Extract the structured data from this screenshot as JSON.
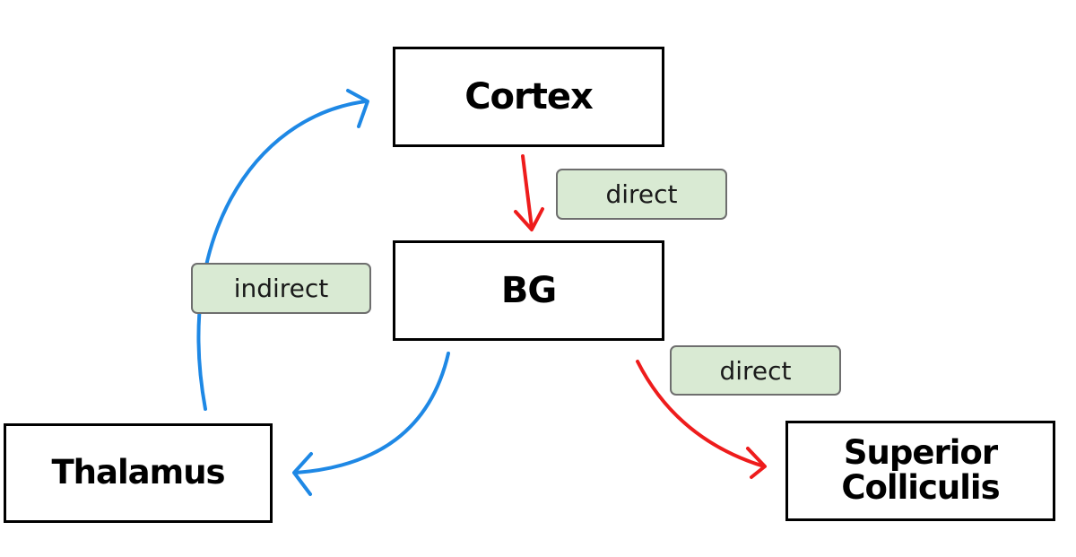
{
  "nodes": {
    "cortex": "Cortex",
    "bg": "BG",
    "thalamus": "Thalamus",
    "superior_colliculis": "Superior\nColliculis"
  },
  "edge_labels": {
    "cortex_to_bg": "direct",
    "thalamus_to_cortex": "indirect",
    "bg_to_superior_colliculis": "direct"
  },
  "colors": {
    "direct_arrow": "#ee1c1c",
    "indirect_arrow": "#1e88e5",
    "label_fill": "#d9ead3"
  }
}
